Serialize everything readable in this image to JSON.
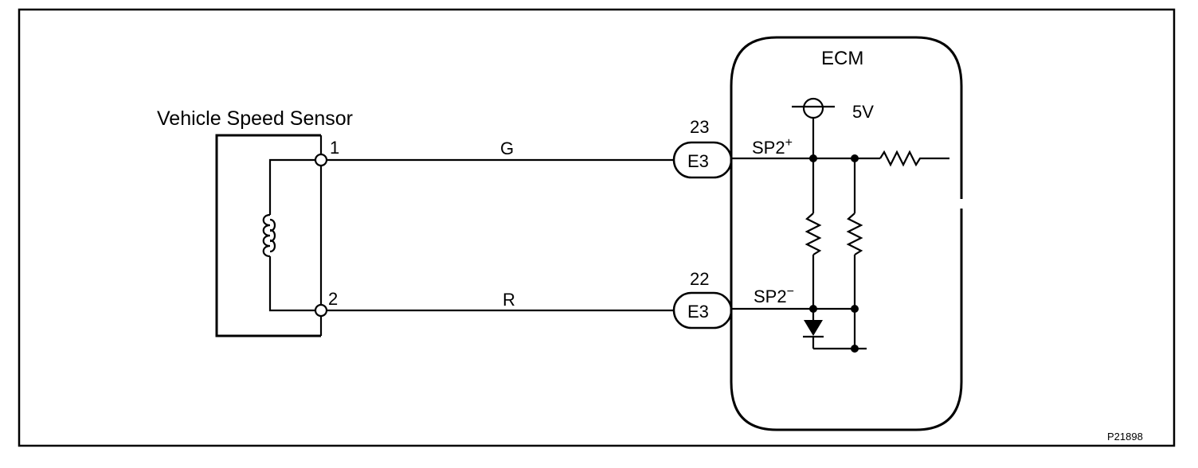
{
  "diagram": {
    "sensor": {
      "title": "Vehicle Speed Sensor",
      "pin1": "1",
      "pin2": "2"
    },
    "wires": {
      "top_color": "G",
      "bottom_color": "R"
    },
    "connectors": {
      "top": {
        "pin": "23",
        "name": "E3"
      },
      "bottom": {
        "pin": "22",
        "name": "E3"
      }
    },
    "ecm": {
      "title": "ECM",
      "supply": "5V",
      "sp_plus_base": "SP2",
      "sp_plus_sign": "+",
      "sp_minus_base": "SP2",
      "sp_minus_sign": "−"
    },
    "figure_code": "P21898",
    "colors": {
      "ink": "#000000",
      "background": "#ffffff"
    }
  }
}
